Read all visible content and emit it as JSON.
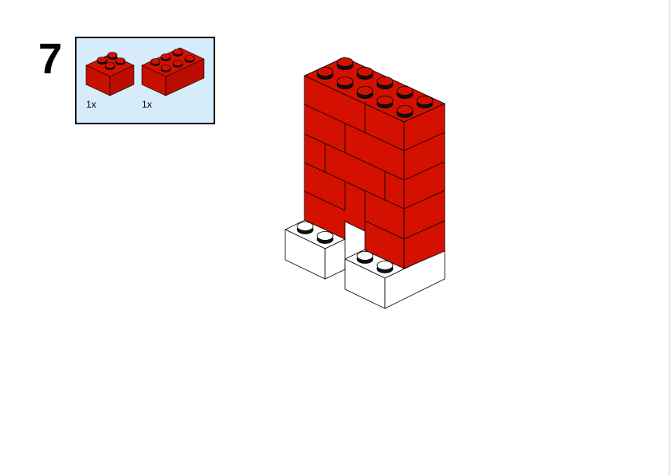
{
  "step": {
    "number": "7"
  },
  "parts_list": [
    {
      "name": "brick-2x2-red",
      "qty": "1x"
    },
    {
      "name": "brick-2x4-red",
      "qty": "1x"
    }
  ],
  "colors": {
    "brick_red": "#d41100",
    "brick_white": "#ffffff",
    "parts_bg": "#d6ecfa"
  }
}
